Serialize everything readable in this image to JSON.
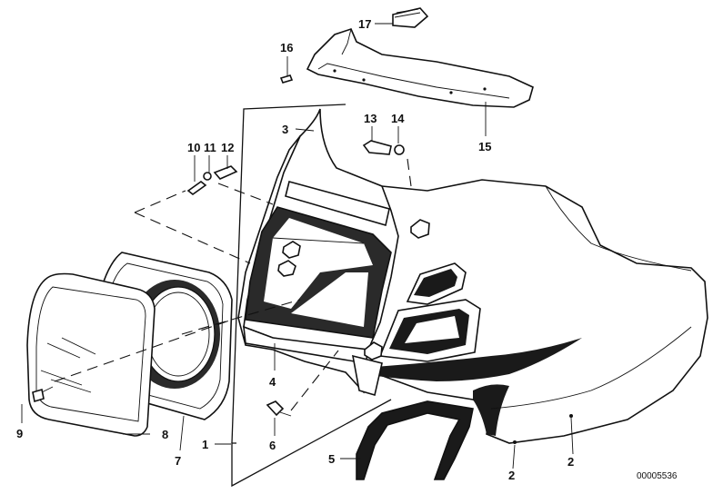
{
  "document_number": "00005536",
  "callouts": {
    "c1": "1",
    "c2a": "2",
    "c2b": "2",
    "c3": "3",
    "c4": "4",
    "c5": "5",
    "c6": "6",
    "c7": "7",
    "c8": "8",
    "c9": "9",
    "c10": "10",
    "c11": "11",
    "c12": "12",
    "c13": "13",
    "c14": "14",
    "c15": "15",
    "c16": "16",
    "c17": "17"
  }
}
